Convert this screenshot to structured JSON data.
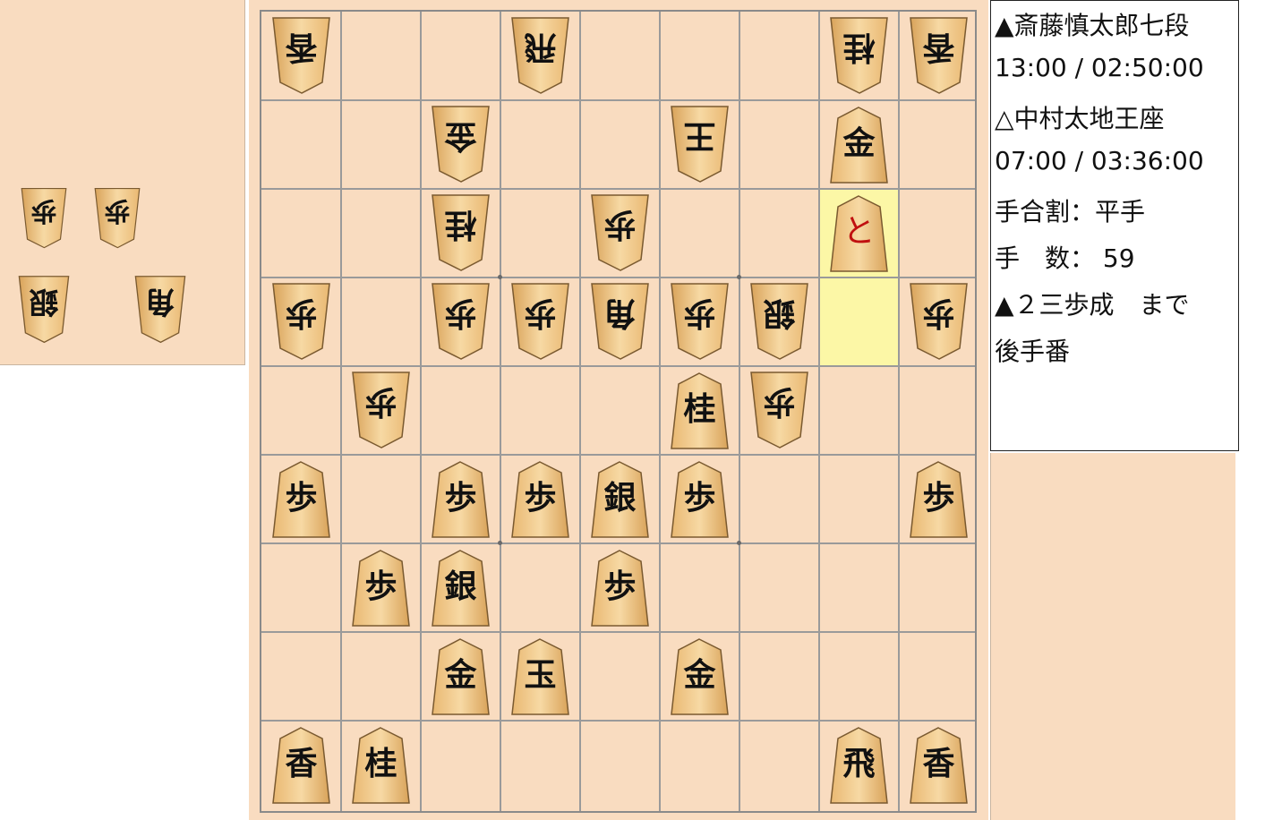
{
  "info": {
    "sente_player": "▲斎藤慎太郎七段",
    "sente_time": "13:00 / 02:50:00",
    "gote_player": "△中村太地王座",
    "gote_time": "07:00 / 03:36:00",
    "handicap": "手合割：平手",
    "move_count": "手　数：  59",
    "last_move": "▲２三歩成　まで",
    "turn": "後手番"
  },
  "colors": {
    "background": "#f9dcc0",
    "highlight": "#fcf7a6",
    "grid": "#9a9a9a",
    "piece_face": "#f0c88a",
    "promoted_text": "#c01010"
  },
  "gote_hand": [
    {
      "piece": "歩"
    },
    {
      "piece": "歩"
    },
    {
      "piece": "銀"
    },
    {
      "piece": "角"
    }
  ],
  "sente_hand": [],
  "highlights": [
    [
      2,
      7
    ],
    [
      3,
      7
    ]
  ],
  "pieces": [
    {
      "r": 0,
      "c": 0,
      "p": "香",
      "side": "gote"
    },
    {
      "r": 0,
      "c": 3,
      "p": "飛",
      "side": "gote"
    },
    {
      "r": 0,
      "c": 7,
      "p": "桂",
      "side": "gote"
    },
    {
      "r": 0,
      "c": 8,
      "p": "香",
      "side": "gote"
    },
    {
      "r": 1,
      "c": 2,
      "p": "金",
      "side": "gote"
    },
    {
      "r": 1,
      "c": 5,
      "p": "王",
      "side": "gote"
    },
    {
      "r": 1,
      "c": 7,
      "p": "金",
      "side": "sente"
    },
    {
      "r": 2,
      "c": 2,
      "p": "桂",
      "side": "gote"
    },
    {
      "r": 2,
      "c": 4,
      "p": "歩",
      "side": "gote"
    },
    {
      "r": 2,
      "c": 7,
      "p": "と",
      "side": "sente",
      "promoted": true
    },
    {
      "r": 3,
      "c": 0,
      "p": "歩",
      "side": "gote"
    },
    {
      "r": 3,
      "c": 2,
      "p": "歩",
      "side": "gote"
    },
    {
      "r": 3,
      "c": 3,
      "p": "歩",
      "side": "gote"
    },
    {
      "r": 3,
      "c": 4,
      "p": "角",
      "side": "gote"
    },
    {
      "r": 3,
      "c": 5,
      "p": "歩",
      "side": "gote"
    },
    {
      "r": 3,
      "c": 6,
      "p": "銀",
      "side": "gote"
    },
    {
      "r": 3,
      "c": 8,
      "p": "歩",
      "side": "gote"
    },
    {
      "r": 4,
      "c": 1,
      "p": "歩",
      "side": "gote"
    },
    {
      "r": 4,
      "c": 5,
      "p": "桂",
      "side": "sente"
    },
    {
      "r": 4,
      "c": 6,
      "p": "歩",
      "side": "gote"
    },
    {
      "r": 5,
      "c": 0,
      "p": "歩",
      "side": "sente"
    },
    {
      "r": 5,
      "c": 2,
      "p": "歩",
      "side": "sente"
    },
    {
      "r": 5,
      "c": 3,
      "p": "歩",
      "side": "sente"
    },
    {
      "r": 5,
      "c": 4,
      "p": "銀",
      "side": "sente"
    },
    {
      "r": 5,
      "c": 5,
      "p": "歩",
      "side": "sente"
    },
    {
      "r": 5,
      "c": 8,
      "p": "歩",
      "side": "sente"
    },
    {
      "r": 6,
      "c": 1,
      "p": "歩",
      "side": "sente"
    },
    {
      "r": 6,
      "c": 2,
      "p": "銀",
      "side": "sente"
    },
    {
      "r": 6,
      "c": 4,
      "p": "歩",
      "side": "sente"
    },
    {
      "r": 7,
      "c": 2,
      "p": "金",
      "side": "sente"
    },
    {
      "r": 7,
      "c": 3,
      "p": "玉",
      "side": "sente"
    },
    {
      "r": 7,
      "c": 5,
      "p": "金",
      "side": "sente"
    },
    {
      "r": 8,
      "c": 0,
      "p": "香",
      "side": "sente"
    },
    {
      "r": 8,
      "c": 1,
      "p": "桂",
      "side": "sente"
    },
    {
      "r": 8,
      "c": 7,
      "p": "飛",
      "side": "sente"
    },
    {
      "r": 8,
      "c": 8,
      "p": "香",
      "side": "sente"
    }
  ]
}
